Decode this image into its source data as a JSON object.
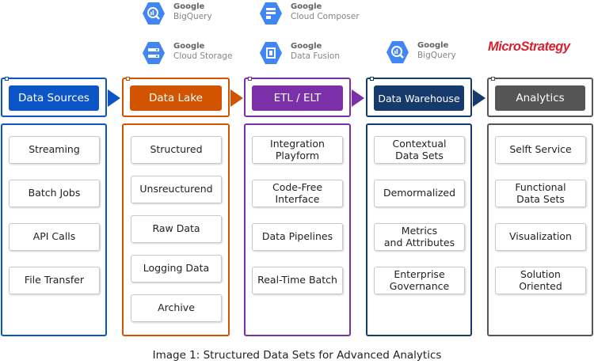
{
  "services": [
    {
      "brand": "Google",
      "product": "BigQuery",
      "icon": "bigquery-icon"
    },
    {
      "brand": "Google",
      "product": "Cloud Composer",
      "icon": "cloud-composer-icon"
    },
    {
      "brand": "Google",
      "product": "Cloud Storage",
      "icon": "cloud-storage-icon"
    },
    {
      "brand": "Google",
      "product": "Data Fusion",
      "icon": "data-fusion-icon"
    },
    {
      "brand": "Google",
      "product": "BigQuery",
      "icon": "bigquery-icon"
    }
  ],
  "logo_text": "MicroStrategy",
  "colors": {
    "sources": "#0b55c6",
    "lake": "#d35400",
    "etl": "#7b2fa8",
    "warehouse": "#163a6b",
    "analytics": "#555555",
    "google_blue": "#4285f4",
    "logo_red": "#d9202f"
  },
  "columns": [
    {
      "title": "Data Sources",
      "items": [
        "Streaming",
        "Batch Jobs",
        "API Calls",
        "File Transfer"
      ]
    },
    {
      "title": "Data Lake",
      "items": [
        "Structured",
        "Unsreucturend",
        "Raw Data",
        "Logging Data",
        "Archive"
      ]
    },
    {
      "title": "ETL / ELT",
      "items": [
        "Integration\nPlayform",
        "Code-Free\nInterface",
        "Data Pipelines",
        "Real-Time Batch"
      ]
    },
    {
      "title": "Data Warehouse",
      "items": [
        "Contextual\nData Sets",
        "Demormalized",
        "Metrics\nand Attributes",
        "Enterprise\nGovernance"
      ]
    },
    {
      "title": "Analytics",
      "items": [
        "Selft Service",
        "Functional\nData Sets",
        "Visualization",
        "Solution\nOriented"
      ]
    }
  ],
  "caption": "Image 1: Structured Data Sets for Advanced Analytics"
}
